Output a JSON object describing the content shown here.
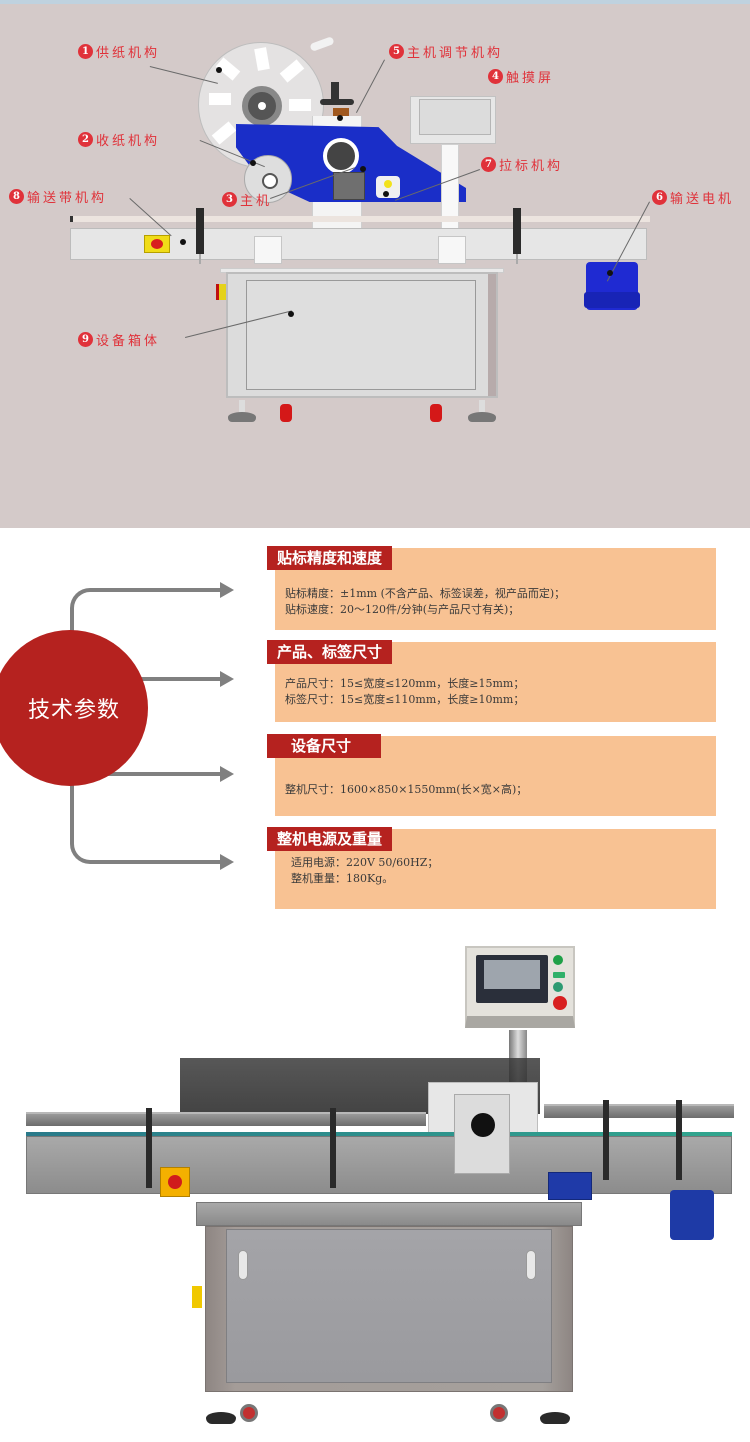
{
  "diagram": {
    "background": "#d4cac9",
    "label_color": "#e0323a",
    "callouts": [
      {
        "num": "1",
        "label": "供纸机构"
      },
      {
        "num": "2",
        "label": "收纸机构"
      },
      {
        "num": "3",
        "label": "主机"
      },
      {
        "num": "4",
        "label": "触摸屏"
      },
      {
        "num": "5",
        "label": "主机调节机构"
      },
      {
        "num": "6",
        "label": "输送电机"
      },
      {
        "num": "7",
        "label": "拉标机构"
      },
      {
        "num": "8",
        "label": "输送带机构"
      },
      {
        "num": "9",
        "label": "设备箱体"
      }
    ]
  },
  "specs": {
    "hub_label": "技术参数",
    "accent_color": "#b5221f",
    "card_color": "#f8c293",
    "arrow_color": "#808080",
    "cards": [
      {
        "title": "贴标精度和速度",
        "lines": [
          "贴标精度：±1mm (不含产品、标签误差，视产品而定)；",
          "贴标速度：20～120件/分钟(与产品尺寸有关)；"
        ]
      },
      {
        "title": "产品、标签尺寸",
        "lines": [
          "产品尺寸：15≤宽度≤120mm，长度≥15mm；",
          "标签尺寸：15≤宽度≤110mm，长度≥10mm；"
        ]
      },
      {
        "title": "设备尺寸",
        "lines": [
          "整机尺寸：1600×850×1550mm(长×宽×高)；"
        ]
      },
      {
        "title": "整机电源及重量",
        "lines": [
          "适用电源：220V 50/60HZ；",
          "整机重量：180Kg。"
        ]
      }
    ]
  },
  "photo": {
    "caption": ""
  }
}
